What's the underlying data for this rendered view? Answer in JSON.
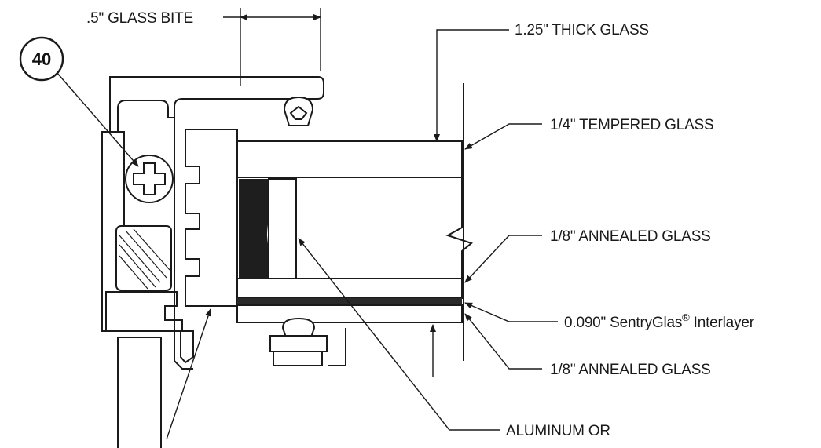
{
  "diagram": {
    "callout_number": "40",
    "labels": {
      "glass_bite": ".5\" GLASS BITE",
      "thick_glass": "1.25\" THICK GLASS",
      "tempered_glass": "1/4\" TEMPERED GLASS",
      "annealed_glass_top": "1/8\" ANNEALED GLASS",
      "interlayer_prefix": "0.090\" SentryGlas",
      "interlayer_registered": "®",
      "interlayer_suffix": " Interlayer",
      "annealed_glass_bottom": "1/8\" ANNEALED GLASS",
      "aluminum": "ALUMINUM OR"
    },
    "colors": {
      "ink": "#1a1a1a",
      "interlayer": "#2a2a2a",
      "spacer_fill": "#1e1e1e"
    }
  }
}
